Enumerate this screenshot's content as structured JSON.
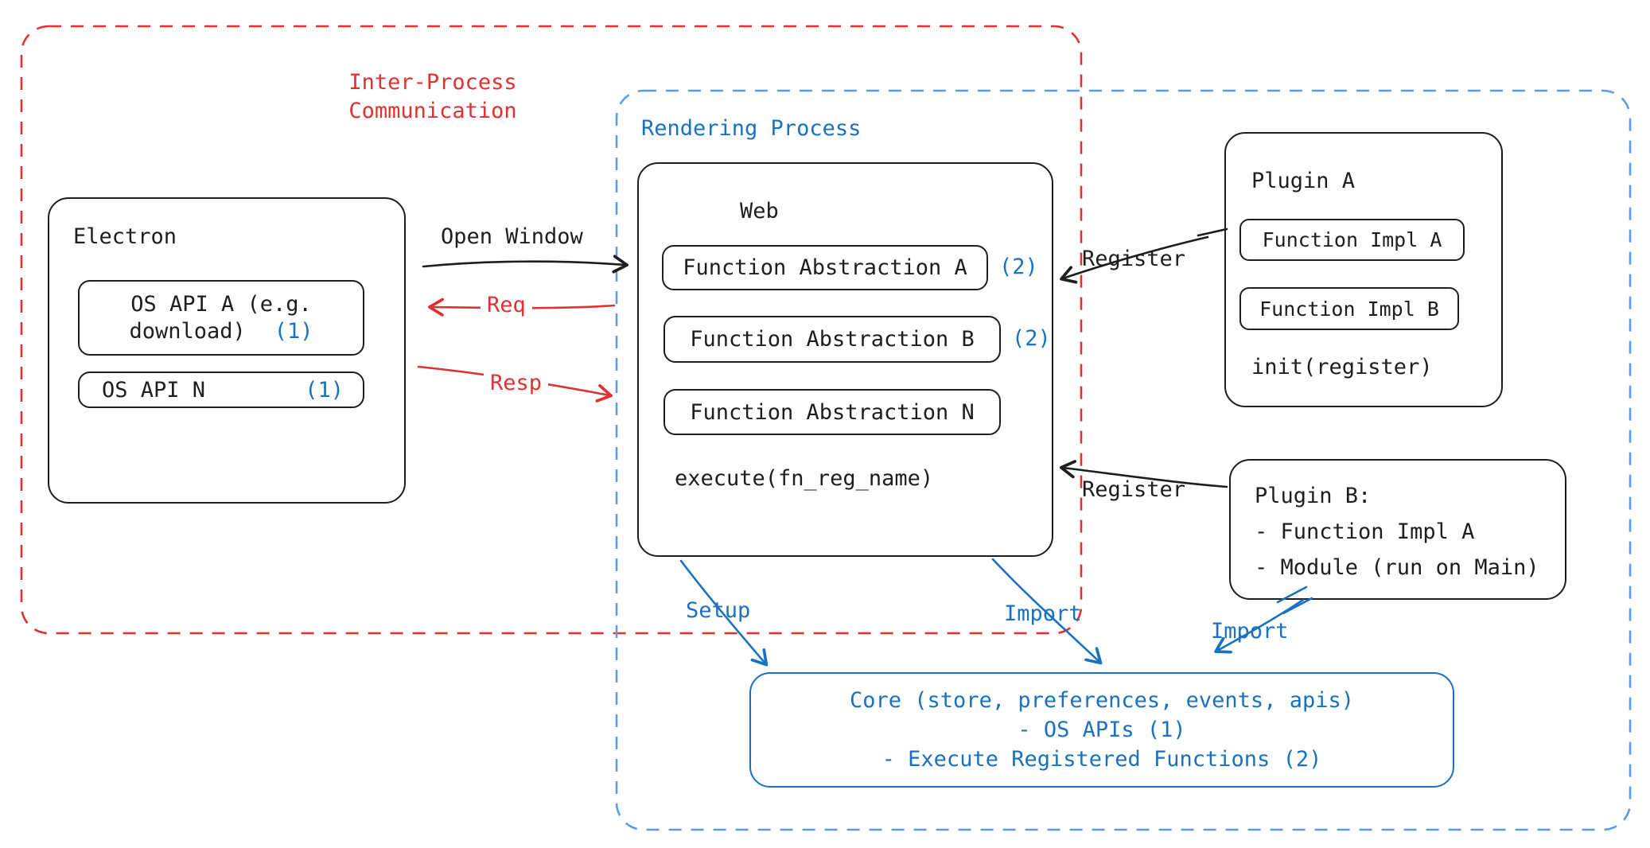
{
  "colors": {
    "ink": "#1e1e1e",
    "red": "#e03131",
    "blue": "#1971c2",
    "blue_dashed_border": "#5a9ce8"
  },
  "ipc": {
    "label": "Inter-Process\nCommunication"
  },
  "rendering_process": {
    "label": "Rendering Process"
  },
  "electron": {
    "title": "Electron",
    "os_api_a": {
      "line1": "OS API A (e.g.",
      "line2": "download)",
      "badge": "(1)"
    },
    "os_api_n": {
      "label": "OS API N",
      "badge": "(1)"
    }
  },
  "web": {
    "title": "Web",
    "fn_a": {
      "label": "Function Abstraction A",
      "badge": "(2)"
    },
    "fn_b": {
      "label": "Function Abstraction B",
      "badge": "(2)"
    },
    "fn_n": {
      "label": "Function Abstraction N"
    },
    "execute": "execute(fn_reg_name)"
  },
  "plugin_a": {
    "title": "Plugin A",
    "impl_a": "Function Impl A",
    "impl_b": "Function Impl B",
    "init": "init(register)"
  },
  "plugin_b": {
    "lines": [
      "Plugin B:",
      "- Function Impl A",
      "- Module (run on Main)"
    ]
  },
  "core": {
    "lines": [
      "Core (store, preferences, events, apis)",
      "- OS APIs (1)",
      "- Execute Registered Functions (2)"
    ]
  },
  "arrow_labels": {
    "open_window": "Open Window",
    "req": "Req",
    "resp": "Resp",
    "register_a": "Register",
    "register_b": "Register",
    "setup": "Setup",
    "import_mid": "Import",
    "import_right": "Import"
  }
}
